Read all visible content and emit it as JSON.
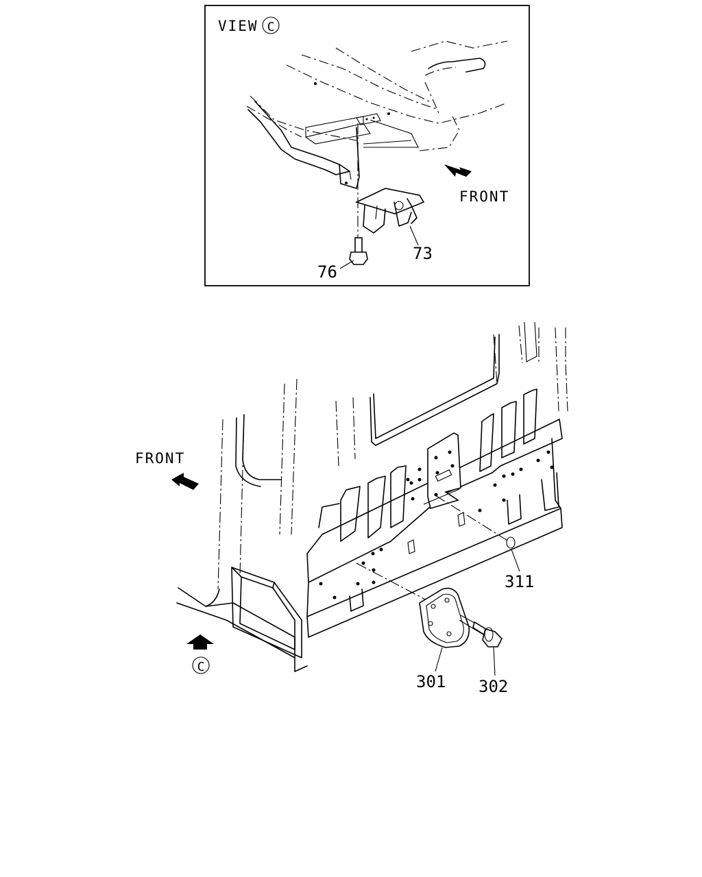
{
  "inset": {
    "view_label": "VIEW",
    "view_ref": "C",
    "front_label": "FRONT",
    "callouts": [
      "73",
      "76"
    ]
  },
  "main": {
    "front_label": "FRONT",
    "view_marker": "C",
    "callouts": [
      "311",
      "301",
      "302"
    ]
  }
}
